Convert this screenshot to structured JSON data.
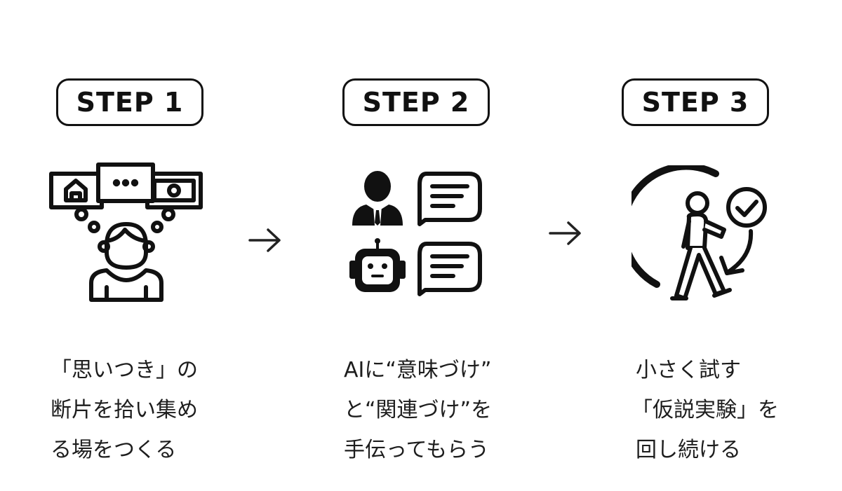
{
  "steps": [
    {
      "label": "STEP 1",
      "icon": "person-thinking-icon",
      "lines": [
        "「思いつき」の",
        "断片を拾い集め",
        "る場をつくる"
      ]
    },
    {
      "label": "STEP 2",
      "icon": "human-and-ai-chat-icon",
      "lines": [
        "AIに“意味づけ”",
        "と“関連づけ”を",
        "手伝ってもらう"
      ]
    },
    {
      "label": "STEP 3",
      "icon": "walking-cycle-check-icon",
      "lines": [
        "小さく試す",
        "「仮説実験」を",
        "回し続ける"
      ]
    }
  ],
  "arrow_icon": "arrow-right-icon",
  "colors": {
    "ink": "#111111",
    "background": "#ffffff"
  }
}
